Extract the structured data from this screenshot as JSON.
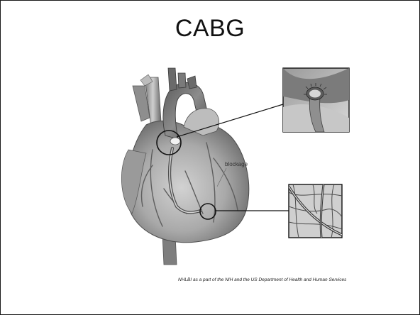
{
  "slide": {
    "title": "CABG",
    "credit": "NHLBI as a part of the NIH and the US Department of Health and Human Services"
  },
  "figure": {
    "label": "blockage"
  }
}
